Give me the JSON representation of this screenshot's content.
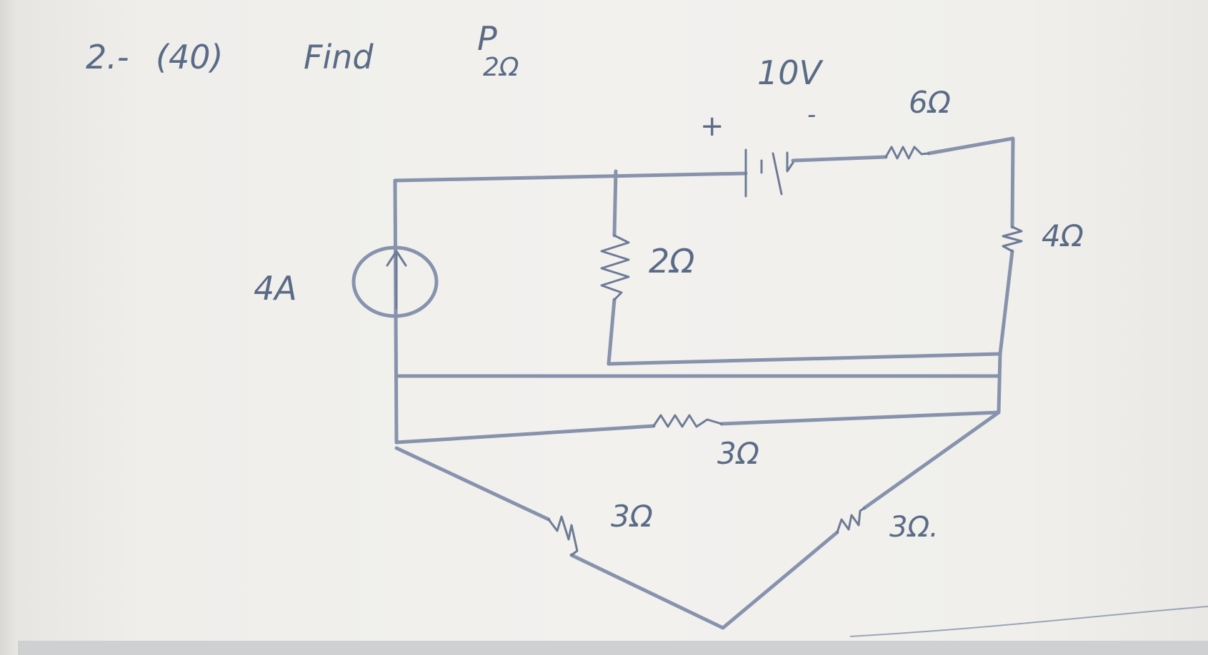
{
  "problem": {
    "number": "2.-",
    "points": "(40)",
    "instruction": "Find",
    "quantity_symbol": "P",
    "quantity_subscript": "2Ω"
  },
  "components": {
    "current_source": {
      "label": "4A"
    },
    "voltage_source": {
      "label": "10V",
      "plus": "+",
      "minus": "-"
    },
    "resistor_2": {
      "label": "2Ω"
    },
    "resistor_6": {
      "label": "6Ω"
    },
    "resistor_4": {
      "label": "4Ω"
    },
    "resistor_3_middle": {
      "label": "3Ω"
    },
    "resistor_3_left": {
      "label": "3Ω"
    },
    "resistor_3_right": {
      "label": "3Ω."
    }
  },
  "colors": {
    "ink": "#5a6b86",
    "wire": "#8793ad",
    "paper": "#f0efec"
  }
}
